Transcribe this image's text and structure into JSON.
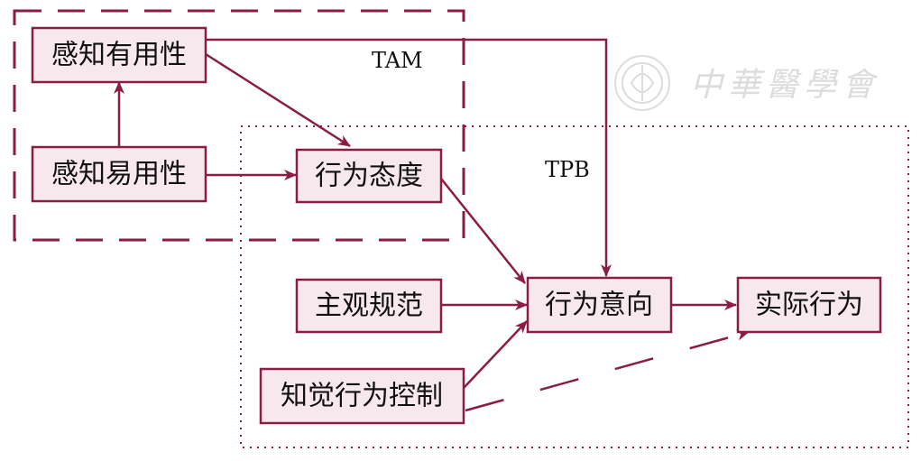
{
  "colors": {
    "stroke": "#8a1c45",
    "box_fill": "#f7e8ee",
    "text": "#111111",
    "watermark": "#d9d9d9"
  },
  "groups": {
    "tam": {
      "label": "TAM"
    },
    "tpb": {
      "label": "TPB"
    }
  },
  "nodes": {
    "perceived_usefulness": "感知有用性",
    "perceived_ease_of_use": "感知易用性",
    "attitude": "行为态度",
    "subjective_norm": "主观规范",
    "intention": "行为意向",
    "perceived_behavioral_control": "知觉行为控制",
    "actual_behavior": "实际行为"
  },
  "watermark": {
    "text": "中華醫學會"
  },
  "edges": [
    {
      "from": "perceived_ease_of_use",
      "to": "perceived_usefulness",
      "style": "solid"
    },
    {
      "from": "perceived_usefulness",
      "to": "attitude",
      "style": "solid"
    },
    {
      "from": "perceived_ease_of_use",
      "to": "attitude",
      "style": "solid"
    },
    {
      "from": "perceived_usefulness",
      "to": "intention",
      "style": "solid"
    },
    {
      "from": "attitude",
      "to": "intention",
      "style": "solid"
    },
    {
      "from": "subjective_norm",
      "to": "intention",
      "style": "solid"
    },
    {
      "from": "perceived_behavioral_control",
      "to": "intention",
      "style": "solid"
    },
    {
      "from": "intention",
      "to": "actual_behavior",
      "style": "solid"
    },
    {
      "from": "perceived_behavioral_control",
      "to": "actual_behavior",
      "style": "dashed"
    }
  ]
}
